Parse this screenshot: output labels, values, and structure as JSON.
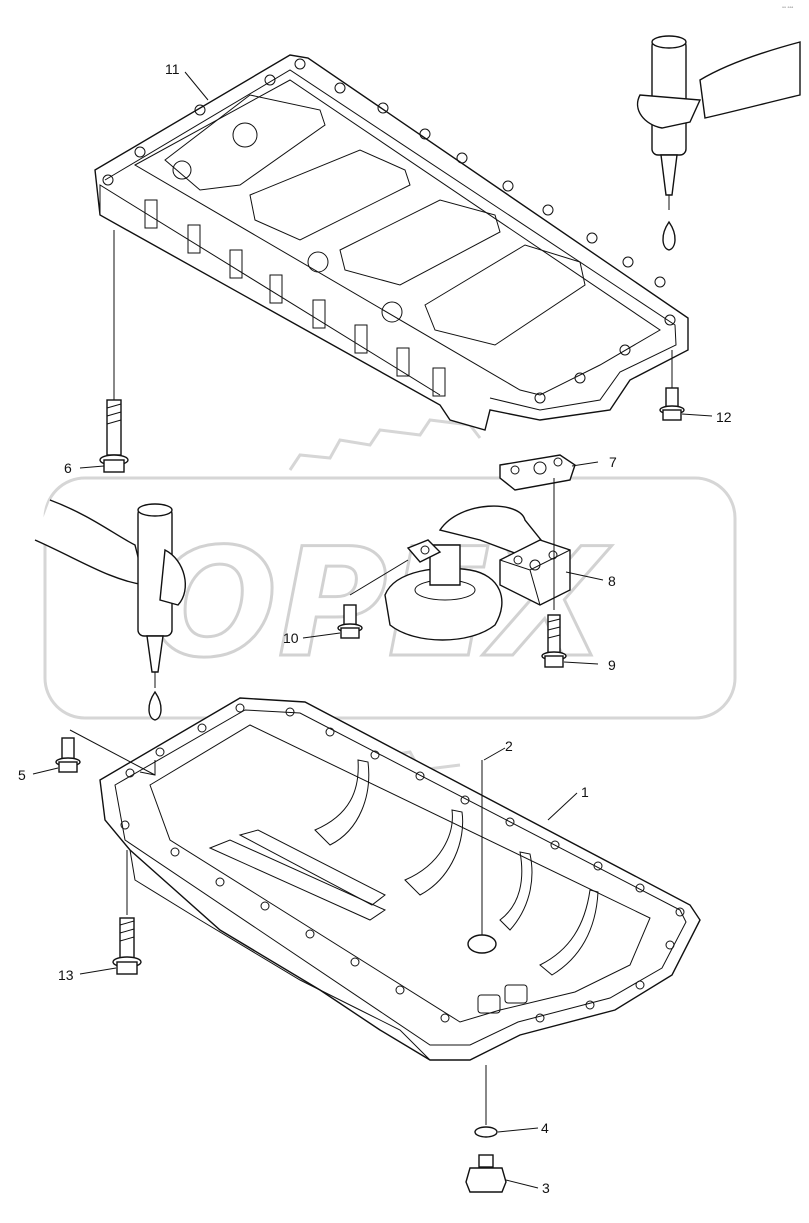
{
  "watermark": {
    "text": "OPEX"
  },
  "corner_code": "ᵃᵃ ᵃᵃᵃ",
  "callouts": [
    {
      "id": "1",
      "label": "1"
    },
    {
      "id": "2",
      "label": "2"
    },
    {
      "id": "3",
      "label": "3"
    },
    {
      "id": "4",
      "label": "4"
    },
    {
      "id": "5",
      "label": "5"
    },
    {
      "id": "6",
      "label": "6"
    },
    {
      "id": "7",
      "label": "7"
    },
    {
      "id": "8",
      "label": "8"
    },
    {
      "id": "9",
      "label": "9"
    },
    {
      "id": "10",
      "label": "10"
    },
    {
      "id": "11",
      "label": "11"
    },
    {
      "id": "12",
      "label": "12"
    },
    {
      "id": "13",
      "label": "13"
    }
  ]
}
